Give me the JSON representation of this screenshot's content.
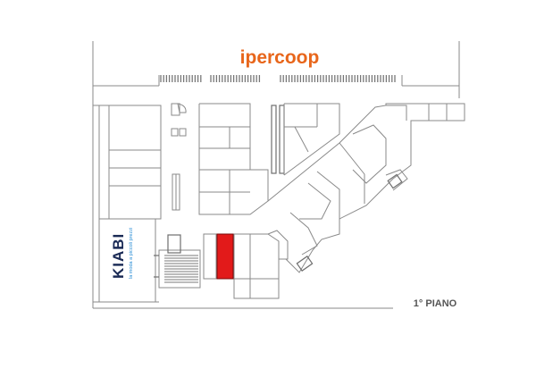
{
  "map": {
    "anchor_logo": "ipercoop",
    "anchor_logo_color": "#e8661b",
    "kiabi_logo": "KIABI",
    "kiabi_tagline": "la moda a piccoli prezzi",
    "kiabi_color": "#1a2a55",
    "kiabi_tagline_color": "#2d8fd6",
    "floor_label": "1° PIANO",
    "highlight_color": "#e21a1a",
    "wall_color": "#8a8a8a"
  }
}
